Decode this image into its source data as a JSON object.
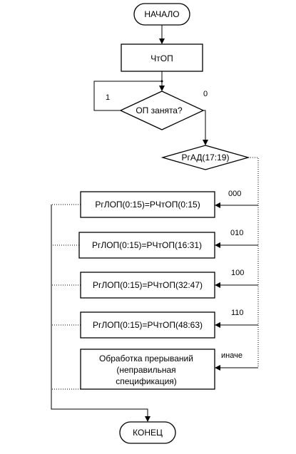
{
  "nodes": {
    "start": "НАЧАЛО",
    "read_op": "ЧтОП",
    "decision_busy": "ОП занята?",
    "decision_addr": "РгАД(17:19)",
    "assign_1": "РгЛОП(0:15)=РЧтОП(0:15)",
    "assign_2": "РгЛОП(0:15)=РЧтОП(16:31)",
    "assign_3": "РгЛОП(0:15)=РЧтОП(32:47)",
    "assign_4": "РгЛОП(0:15)=РЧтОП(48:63)",
    "interrupt_line1": "Обработка прерываний",
    "interrupt_line2": "(неправильная",
    "interrupt_line3": "спецификация)",
    "end": "КОНЕЦ"
  },
  "edges": {
    "busy_yes": "1",
    "busy_no": "0",
    "case_1": "000",
    "case_2": "010",
    "case_3": "100",
    "case_4": "110",
    "case_else": "иначе"
  }
}
